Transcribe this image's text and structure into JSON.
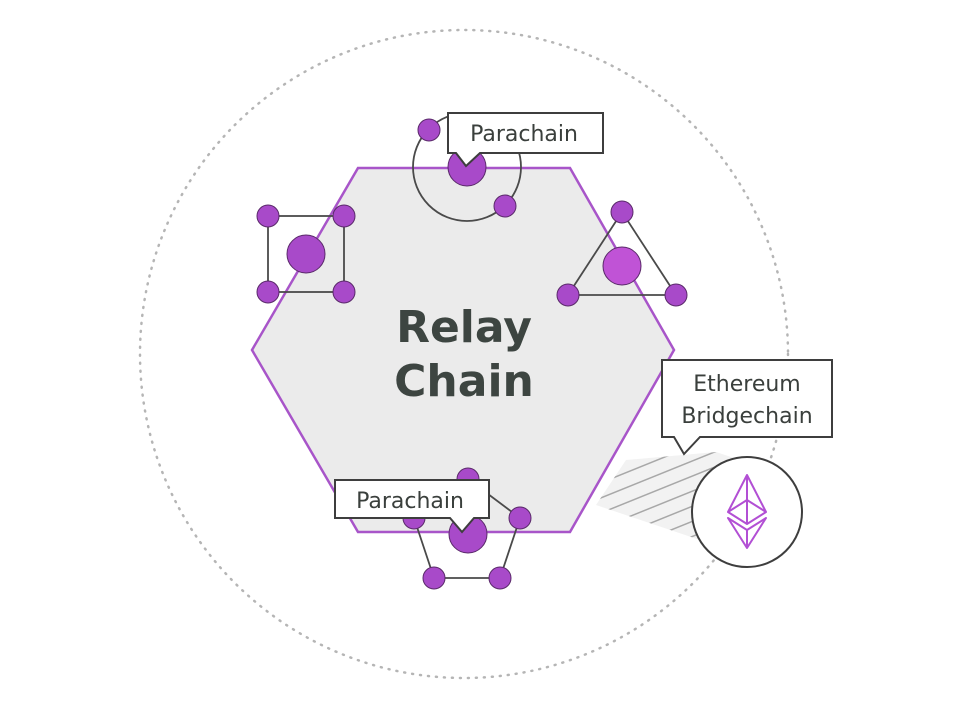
{
  "center": {
    "line1": "Relay",
    "line2": "Chain"
  },
  "labels": {
    "parachain_top": "Parachain",
    "parachain_bottom": "Parachain",
    "ethereum_line1": "Ethereum",
    "ethereum_line2": "Bridgechain"
  },
  "icons": {
    "ethereum": "ethereum-icon"
  },
  "colors": {
    "accent": "#a03dc4",
    "node_fill": "#a84ac9",
    "hexagon_fill": "#ebebeb",
    "hexagon_stroke": "#a855c9",
    "line": "#4a4a4a",
    "text": "#3a3f3c",
    "dotted_ring": "#b5b5b5"
  }
}
